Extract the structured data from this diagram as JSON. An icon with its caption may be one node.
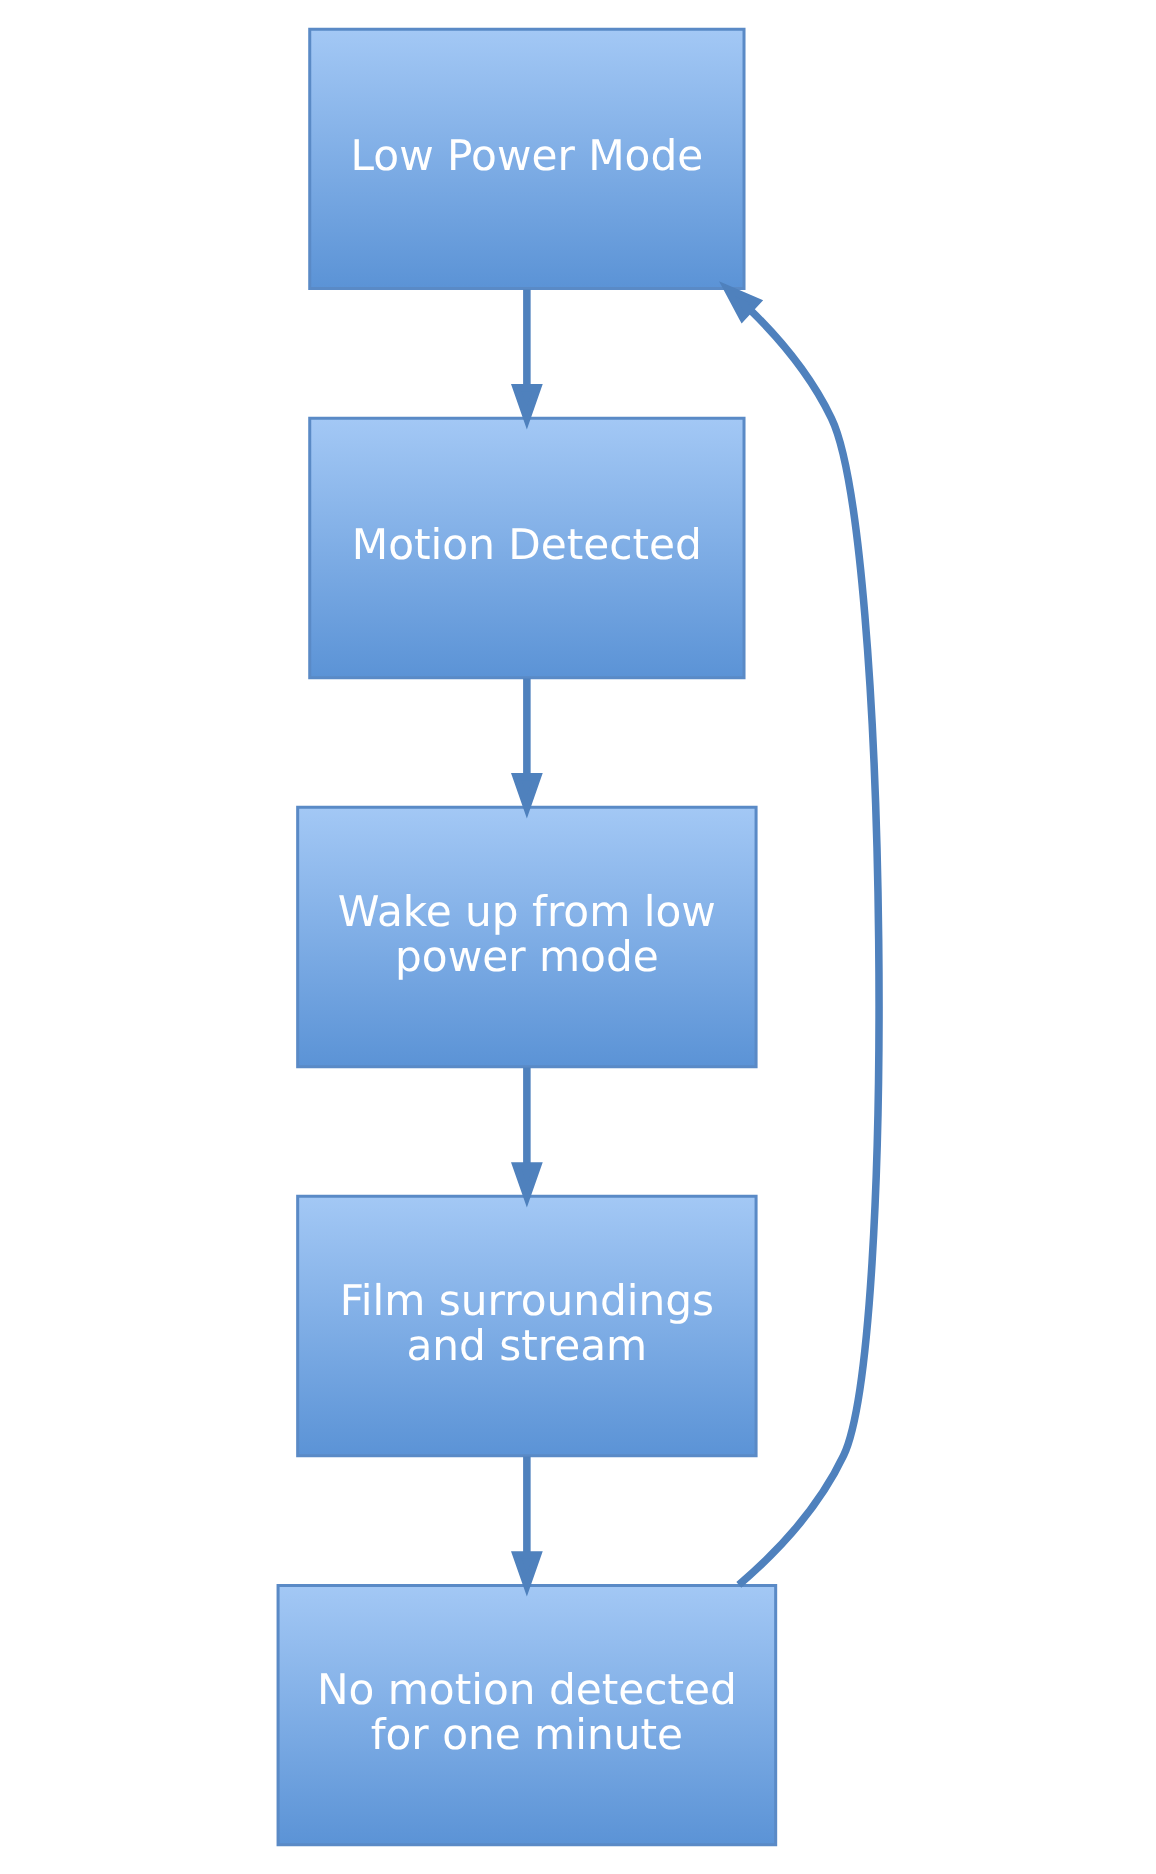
{
  "diagram": {
    "nodes": [
      {
        "text": [
          "Low Power Mode"
        ]
      },
      {
        "text": [
          "Motion Detected"
        ]
      },
      {
        "text": [
          "Wake up from low power mode"
        ]
      },
      {
        "text": [
          "Film surroundings and stream"
        ]
      },
      {
        "text": [
          "No motion detected for one minute"
        ]
      }
    ],
    "edges": [
      {
        "from": 0,
        "to": 1,
        "arrow": "to"
      },
      {
        "from": 1,
        "to": 2,
        "arrow": "to"
      },
      {
        "from": 2,
        "to": 3,
        "arrow": "to"
      },
      {
        "from": 3,
        "to": 4,
        "arrow": "to"
      },
      {
        "from": 4,
        "to": 0,
        "arrow": "to"
      }
    ]
  }
}
